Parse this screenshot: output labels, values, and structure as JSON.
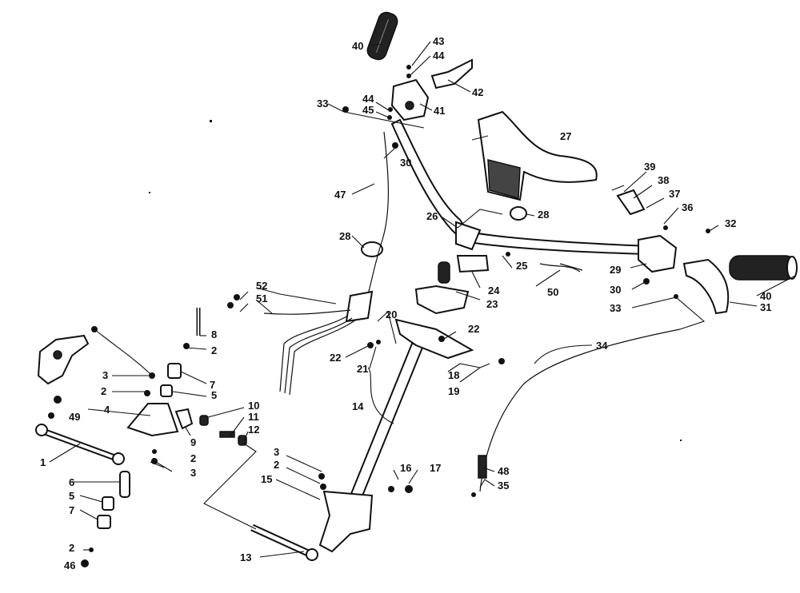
{
  "callouts": {
    "c1": "1",
    "c2a": "2",
    "c2b": "2",
    "c2c": "2",
    "c2d": "2",
    "c2e": "2",
    "c2f": "2",
    "c3a": "3",
    "c3b": "3",
    "c3c": "3",
    "c4": "4",
    "c5a": "5",
    "c5b": "5",
    "c6": "6",
    "c7a": "7",
    "c7b": "7",
    "c8": "8",
    "c9": "9",
    "c10": "10",
    "c11": "11",
    "c12": "12",
    "c13": "13",
    "c14": "14",
    "c15": "15",
    "c16": "16",
    "c17": "17",
    "c18": "18",
    "c19": "19",
    "c20": "20",
    "c21": "21",
    "c22a": "22",
    "c22b": "22",
    "c23": "23",
    "c24": "24",
    "c25": "25",
    "c26": "26",
    "c27": "27",
    "c28a": "28",
    "c28b": "28",
    "c29": "29",
    "c30a": "30",
    "c30b": "30",
    "c31": "31",
    "c32": "32",
    "c33a": "33",
    "c33b": "33",
    "c34": "34",
    "c35": "35",
    "c36": "36",
    "c37": "37",
    "c38": "38",
    "c39": "39",
    "c40a": "40",
    "c40b": "40",
    "c41": "41",
    "c42": "42",
    "c43": "43",
    "c44a": "44",
    "c44b": "44",
    "c45": "45",
    "c46": "46",
    "c47": "47",
    "c48": "48",
    "c49": "49",
    "c50": "50",
    "c51": "51",
    "c52": "52"
  }
}
